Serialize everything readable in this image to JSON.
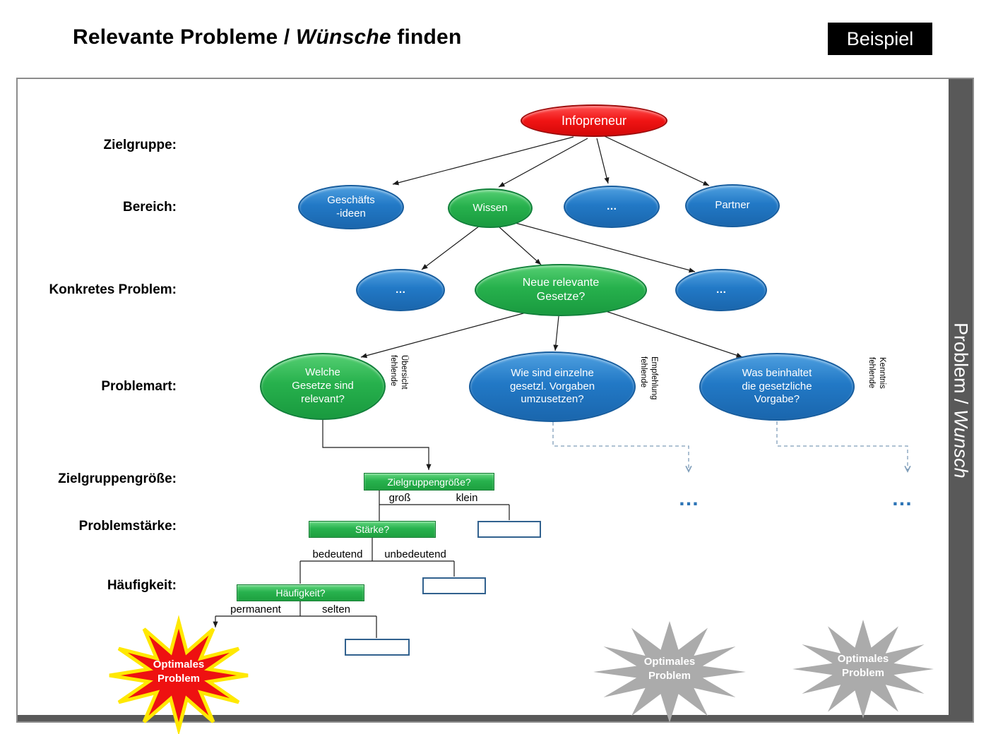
{
  "title": {
    "part1": "Relevante Probleme / ",
    "part2": "Wünsche",
    "part3": " finden"
  },
  "badge": "Beispiel",
  "side_label": {
    "part1": "Problem / ",
    "part2": "Wunsch"
  },
  "row_labels": {
    "zielgruppe": "Zielgruppe:",
    "bereich": "Bereich:",
    "konkretes_problem": "Konkretes Problem:",
    "problemart": "Problemart:",
    "zielgruppengroesse": "Zielgruppengröße:",
    "problemstaerke": "Problemstärke:",
    "haeufigkeit": "Häufigkeit:"
  },
  "nodes": {
    "root": "Infopreneur",
    "geschaeftsideen": "Geschäfts\n-ideen",
    "wissen": "Wissen",
    "bereich_dots": "…",
    "partner": "Partner",
    "konkret_dots_left": "…",
    "neue_gesetze": "Neue relevante\nGesetze?",
    "konkret_dots_right": "…",
    "welche_gesetze": "Welche\nGesetze sind\nrelevant?",
    "wie_umsetzen": "Wie sind einzelne\ngesetzl. Vorgaben\numzusetzen?",
    "was_beinhaltet": "Was beinhaltet\ndie gesetzliche\nVorgabe?"
  },
  "annotations": {
    "fehlende_uebersicht": "fehlende\nÜbersicht",
    "fehlende_empfehlung": "fehlende\nEmpfehlung",
    "fehlende_kenntnis": "fehlende\nKenntnis",
    "dots_left": "…",
    "dots_right": "…"
  },
  "decision": {
    "zielgruppengroesse": "Zielgruppengröße?",
    "staerke": "Stärke?",
    "haeufigkeit": "Häufigkeit?",
    "gross": "groß",
    "klein": "klein",
    "bedeutend": "bedeutend",
    "unbedeutend": "unbedeutend",
    "permanent": "permanent",
    "selten": "selten"
  },
  "results": {
    "optimal_red": "Optimales\nProblem",
    "optimal_gray1": "Optimales\nProblem",
    "optimal_gray2": "Optimales\nProblem"
  },
  "colors": {
    "node_blue": "#2279c6",
    "node_green": "#27b14d",
    "node_red": "#f01414",
    "star_red": "#ee1111",
    "star_outline_yellow": "#ffe800",
    "star_gray": "#ababab",
    "dots_blue": "#2e75b6",
    "sidebar_gray": "#595959",
    "badge_black": "#000000",
    "frame_gray": "#8c8c8c"
  }
}
